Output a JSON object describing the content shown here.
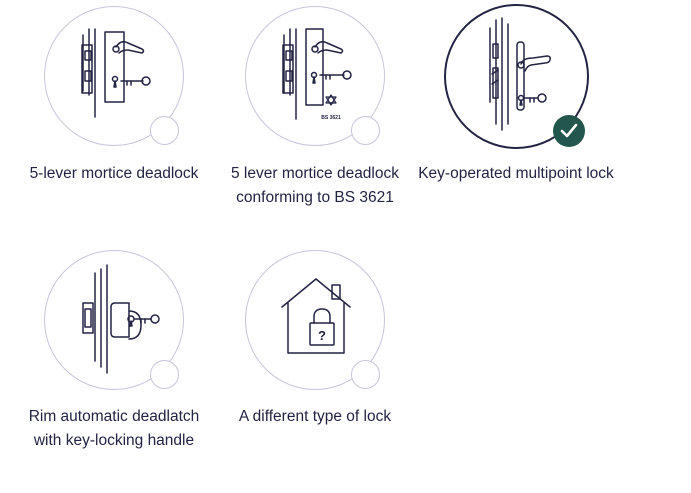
{
  "options": [
    {
      "label": "5-lever mortice deadlock",
      "selected": false,
      "icon": "mortice-deadlock-icon"
    },
    {
      "label": "5 lever mortice deadlock conforming to BS 3621",
      "selected": false,
      "icon": "bs3621-deadlock-icon",
      "kitemark_text": "BS 3621"
    },
    {
      "label": "Key-operated multipoint lock",
      "selected": true,
      "icon": "multipoint-lock-icon"
    },
    {
      "label": "Rim automatic deadlatch with key-locking handle",
      "selected": false,
      "icon": "rim-deadlatch-icon"
    },
    {
      "label": "A different type of lock",
      "selected": false,
      "icon": "house-padlock-icon",
      "padlock_text": "?"
    }
  ],
  "colors": {
    "text": "#232343",
    "circle_border": "#c8c6d9",
    "selected_check": "#23574d"
  }
}
